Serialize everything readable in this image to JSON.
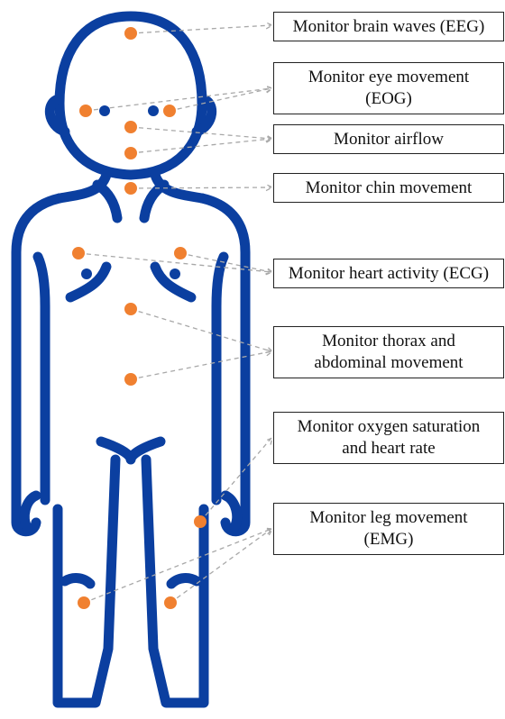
{
  "colors": {
    "body_outline": "#0b3fa0",
    "sensor": "#f08030",
    "connector": "#a8a8a8",
    "box_border": "#222222"
  },
  "labels": [
    {
      "id": "eeg",
      "text": "Monitor brain waves (EEG)"
    },
    {
      "id": "eog",
      "text": "Monitor eye movement\n(EOG)"
    },
    {
      "id": "airflow",
      "text": "Monitor airflow"
    },
    {
      "id": "chin",
      "text": "Monitor chin movement"
    },
    {
      "id": "ecg",
      "text": "Monitor heart activity (ECG)"
    },
    {
      "id": "thorax",
      "text": "Monitor thorax and\nabdominal movement"
    },
    {
      "id": "oxygen",
      "text": "Monitor oxygen saturation\nand heart rate"
    },
    {
      "id": "leg",
      "text": "Monitor leg movement\n(EMG)"
    }
  ]
}
